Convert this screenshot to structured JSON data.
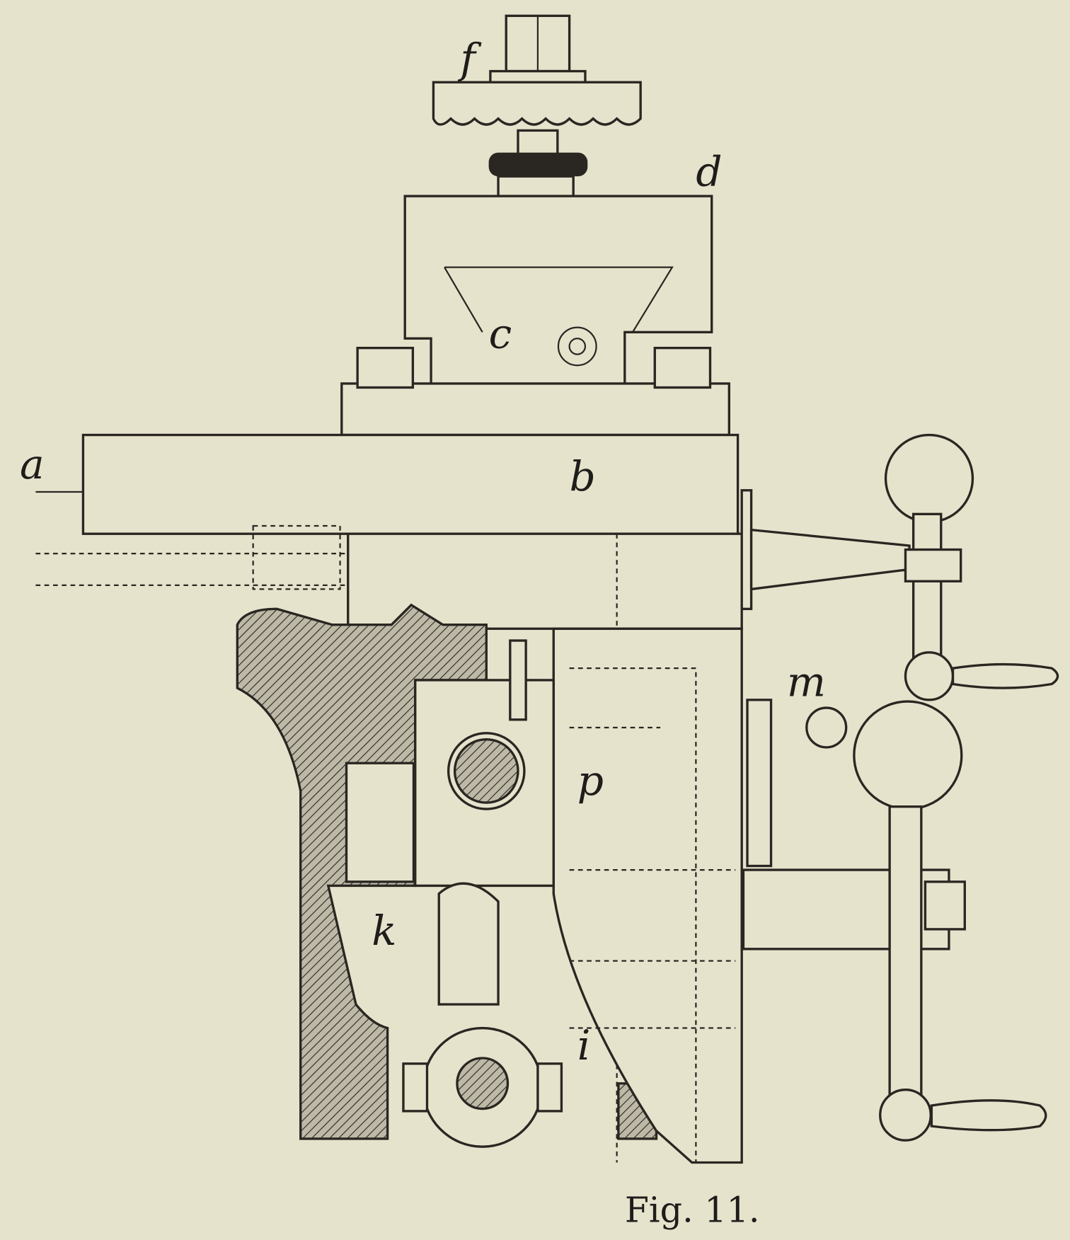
{
  "figure": {
    "caption": "Fig. 11.",
    "labels": {
      "f": "f",
      "d": "d",
      "c": "c",
      "a": "a",
      "b": "b",
      "m": "m",
      "p": "p",
      "k": "k",
      "i": "i"
    }
  },
  "colors": {
    "paper": "#e6e3cd",
    "ink": "#2a2722"
  }
}
